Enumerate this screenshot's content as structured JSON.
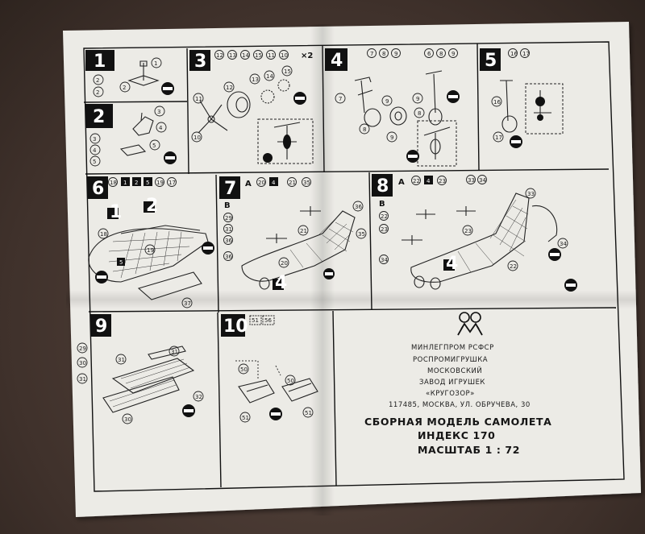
{
  "sheet": {
    "background_color": "#3f312b",
    "paper_color": "#ecebe6",
    "steps": [
      {
        "number": "1",
        "parts": [
          "1",
          "2",
          "2"
        ]
      },
      {
        "number": "2",
        "parts": [
          "3",
          "4",
          "5",
          "5",
          "4",
          "3"
        ]
      },
      {
        "number": "3",
        "header_parts": [
          "12",
          "13",
          "14",
          "15",
          "11",
          "10"
        ],
        "multiplier": "×2",
        "parts": [
          "11",
          "12",
          "13",
          "14",
          "15",
          "10"
        ]
      },
      {
        "number": "4",
        "header_parts_a": [
          "7",
          "8",
          "9"
        ],
        "header_parts_b": [
          "6",
          "8",
          "9"
        ],
        "parts": [
          "7",
          "8",
          "9",
          "9",
          "8",
          "9"
        ]
      },
      {
        "number": "5",
        "header_parts": [
          "16",
          "17"
        ],
        "parts": [
          "16",
          "17"
        ]
      },
      {
        "number": "6",
        "header_parts": [
          "18",
          "1",
          "2",
          "5",
          "19",
          "17"
        ],
        "parts": [
          "1",
          "2",
          "18",
          "19",
          "5",
          "37"
        ]
      },
      {
        "number": "7",
        "variant_a": "A",
        "variant_b": "B",
        "header_parts": [
          "20",
          "4",
          "21",
          "35"
        ],
        "b_parts": [
          "29",
          "31",
          "36",
          "36"
        ],
        "parts": [
          "36",
          "21",
          "35",
          "20",
          "4"
        ]
      },
      {
        "number": "8",
        "variant_a": "A",
        "variant_b": "B",
        "header_parts": [
          "22",
          "4",
          "23",
          "33",
          "34"
        ],
        "b_parts": [
          "22",
          "23",
          "34"
        ],
        "parts": [
          "33",
          "23",
          "34",
          "22",
          "4"
        ]
      },
      {
        "number": "9",
        "parts": [
          "29",
          "30",
          "31",
          "31",
          "32",
          "30"
        ]
      },
      {
        "number": "10",
        "header_parts": [
          "51",
          "56"
        ],
        "parts": [
          "50",
          "50",
          "51",
          "51"
        ]
      }
    ],
    "maker": {
      "line1": "МИНЛЕГПРОМ РСФСР",
      "line2": "РОСПРОМИГРУШКА",
      "line3": "МОСКОВСКИЙ",
      "line4": "ЗАВОД ИГРУШЕК",
      "line5": "«КРУГОЗОР»",
      "address": "117485, МОСКВА, УЛ. ОБРУЧЕВА, 30"
    },
    "product": {
      "title": "СБОРНАЯ  МОДЕЛЬ САМОЛЕТА",
      "index": "ИНДЕКС 170",
      "scale": "МАСШТАБ 1 : 72"
    }
  }
}
